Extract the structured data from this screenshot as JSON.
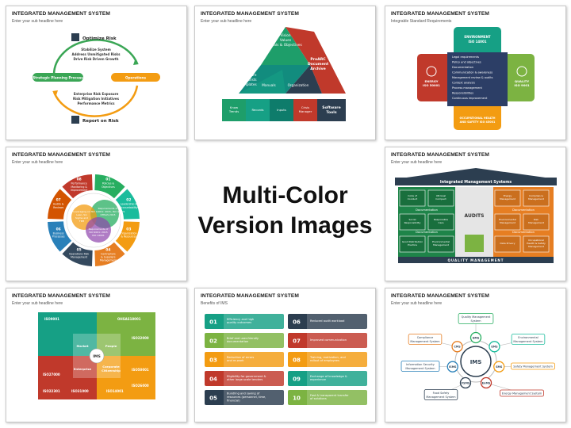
{
  "center": {
    "line1": "Multi-Color",
    "line2": "Version Images"
  },
  "slides": [
    {
      "title": "INTEGRATED MANAGEMENT SYSTEM",
      "subtitle": "Enter your sub headline here",
      "top": "Optimize Risk",
      "top_items": [
        "Stabilize System",
        "Address Unmitigated Risks",
        "Drive Risk Driven Growth"
      ],
      "left": "Strategic Planning Process",
      "right": "Operations",
      "bottom_items": [
        "Enterprise Risk Exposure",
        "Risk Mitigation Initiatives",
        "Performance Metrics"
      ],
      "bottom": "Report on Risk",
      "colors": {
        "green": "#3aa655",
        "orange": "#f39c12"
      }
    },
    {
      "title": "INTEGRATED MANAGEMENT SYSTEM",
      "subtitle": "Enter your sub headline here",
      "top": [
        "Vision",
        "Values",
        "Goals & Objectives"
      ],
      "right": [
        "ProARC",
        "Document",
        "Archive"
      ],
      "center": "Manuals",
      "left": [
        "Procedure",
        "Checklists",
        "Templates"
      ],
      "org": "Organization",
      "base": [
        [
          "Know",
          "Trends"
        ],
        [
          "Records"
        ],
        [
          "Inputs"
        ],
        [
          "Crisis",
          "Manager"
        ]
      ],
      "tools": [
        "Software",
        "Tools"
      ],
      "colors": {
        "green": "#1e9e6a",
        "teal": "#128c7e",
        "dark": "#2c3e50",
        "red": "#c0392b"
      }
    },
    {
      "title": "INTEGRATED MANAGEMENT SYSTEM",
      "subtitle": "Integrable Standard Requirements",
      "top": [
        "ENVIRONMENT",
        "ISO 14001"
      ],
      "left": [
        "ENERGY",
        "ISO 50001"
      ],
      "right": [
        "QUALITY",
        "ISO 9001"
      ],
      "bottom": [
        "OCCUPATIONAL HEALTH",
        "AND SAFETY ISO 45001"
      ],
      "list": [
        "Legal requirements",
        "Policy and objectives",
        "Documentation",
        "Communication & awareness",
        "Management review & audits",
        "Context analysis",
        "Process management",
        "Responsibilities",
        "Continuous improvement"
      ],
      "colors": {
        "teal": "#16a085",
        "red": "#c0392b",
        "green": "#7cb342",
        "orange": "#f39c12",
        "navy": "#2c3e66"
      }
    },
    {
      "title": "INTEGRATED MANAGEMENT SYSTEM",
      "subtitle": "Enter your sub headline here",
      "segments": [
        {
          "num": "01",
          "label": [
            "Policies &",
            "Objectives"
          ]
        },
        {
          "num": "02",
          "label": [
            "Leadership &",
            "Accountability"
          ]
        },
        {
          "num": "03",
          "label": [
            "Organization",
            "& Resources"
          ]
        },
        {
          "num": "04",
          "label": [
            "Contractors",
            "& Suppliers",
            "Management"
          ]
        },
        {
          "num": "05",
          "label": [
            "Operations Risk",
            "Management"
          ]
        },
        {
          "num": "06",
          "label": [
            "Business",
            "Processes"
          ]
        },
        {
          "num": "07",
          "label": [
            "Audits &",
            "Reviews"
          ]
        },
        {
          "num": "08",
          "label": [
            "Performance",
            "Monitoring &",
            "Improvement"
          ]
        }
      ],
      "center": [
        "Requirements of",
        "ISO 14001: 2015, ISO 45001",
        "OHSAS 2015",
        "Leveraging on",
        "Lean, Six",
        "Sigma and",
        "TPM",
        "Requirements of",
        "ISO 9001: 2015",
        "ISO 14001"
      ]
    },
    {
      "title": "INTEGRATED MANAGEMENT SYSTEM",
      "subtitle": "Enter your sub headline here",
      "roof": "Integrated Management Systems",
      "center": "AUDITS",
      "band": "Documentation",
      "footer": "QUALITY MANAGEMENT",
      "left_cells": [
        [
          "Code of",
          "Conduct"
        ],
        [
          "UN Goal",
          "Compact"
        ],
        [
          "Social",
          "Responsibility"
        ],
        [
          "Responsible",
          "Care"
        ],
        [
          "Good Distribution",
          "Practice"
        ],
        [
          "Environmental",
          "Management"
        ]
      ],
      "right_cells": [
        [
          "Energy",
          "Management"
        ],
        [
          "Compliance",
          "Management"
        ],
        [
          "Environmental",
          "Management"
        ],
        [
          "Risk",
          "Management"
        ],
        [
          "Data Privacy"
        ],
        [
          "Occupational",
          "Health & Safety",
          "Management"
        ]
      ]
    },
    {
      "title": "INTEGRATED MANAGEMENT SYSTEM",
      "subtitle": "Enter your sub headline here",
      "quads": [
        "ISO9001",
        "OHSAS18001",
        "ISO22000",
        "ISO50001",
        "ISO26000",
        "ISO14001",
        "ISO31000",
        "ISO22301",
        "ISO27000"
      ],
      "inner": [
        "Market",
        "People",
        "Enterprise",
        "Corporate",
        "Citizenship"
      ],
      "hub": "IMS"
    },
    {
      "title": "INTEGRATED MANAGEMENT SYSTEM",
      "subtitle": "Benefits of IMS",
      "rows_left": [
        {
          "n": "01",
          "t": [
            "Efficiency and high",
            "quality outcomes"
          ]
        },
        {
          "n": "02",
          "t": [
            "Brief and user-friendly",
            "documentation"
          ]
        },
        {
          "n": "03",
          "t": [
            "Reduction of errors",
            "and re-work"
          ]
        },
        {
          "n": "04",
          "t": [
            "Eligibility for government &",
            "other large-scale tenders"
          ]
        },
        {
          "n": "05",
          "t": [
            "Bundling and saving of",
            "resources (personnel, time,",
            "financial)"
          ]
        }
      ],
      "rows_right": [
        {
          "n": "06",
          "t": [
            "Reduced audit workload"
          ]
        },
        {
          "n": "07",
          "t": [
            "Improved communication"
          ]
        },
        {
          "n": "08",
          "t": [
            "Training, motivation, and",
            "rollout of employees"
          ]
        },
        {
          "n": "09",
          "t": [
            "Exchange of knowledge &",
            "experience"
          ]
        },
        {
          "n": "10",
          "t": [
            "Fast & transparent transfer",
            "of solutions"
          ]
        }
      ]
    },
    {
      "title": "INTEGRATED MANAGEMENT SYSTEM",
      "subtitle": "Enter your sub headline here",
      "hub": "IMS",
      "nodes": [
        {
          "abbr": "QMS",
          "label": "Quality Management System"
        },
        {
          "abbr": "EMS",
          "label": "Environmental Management System"
        },
        {
          "abbr": "SMS",
          "label": "Safety Management System"
        },
        {
          "abbr": "EnMS",
          "label": "Energy Management System"
        },
        {
          "abbr": "FSMS",
          "label": "Food Safety Management System"
        },
        {
          "abbr": "ISMS",
          "label": "Information Security Management System"
        },
        {
          "abbr": "CMS",
          "label": "Compliance Management System"
        }
      ]
    }
  ]
}
